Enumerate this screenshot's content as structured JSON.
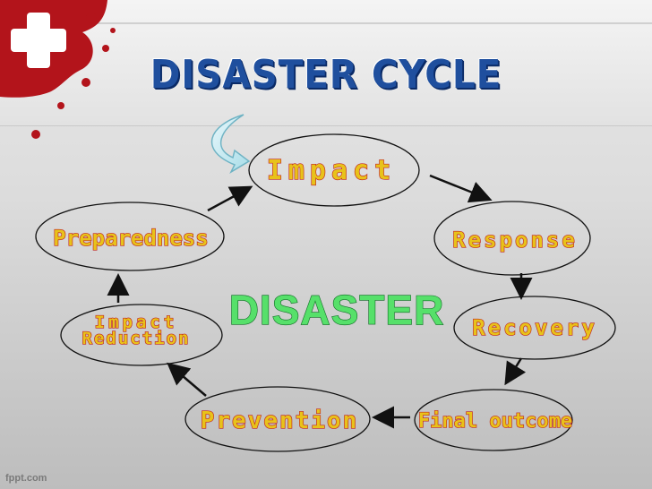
{
  "title": "DISASTER CYCLE",
  "center_label": "DISASTER",
  "nodes": {
    "impact": "Impact",
    "response": "Response",
    "recovery": "Recovery",
    "final_outcome": "Final outcome",
    "prevention": "Prevention",
    "impact_reduction_line1": "Impact",
    "impact_reduction_line2": "Reduction",
    "preparedness": "Preparedness"
  },
  "footer": "fppt.com",
  "colors": {
    "title": "#1f4f9e",
    "node_fill_text": "#e8c21a",
    "node_outline_text": "#c2231f",
    "center_text": "#56e06a",
    "logo": "#b3141b"
  }
}
